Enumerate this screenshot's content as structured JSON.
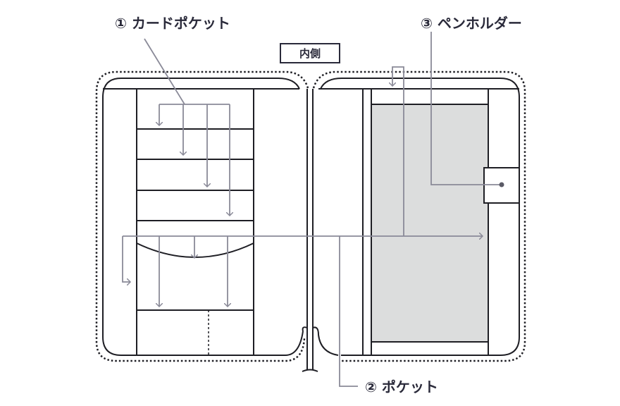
{
  "labels": {
    "inner_side": "内側",
    "card_pocket": "① カードポケット",
    "pocket": "② ポケット",
    "pen_holder": "③ ペンホルダー"
  },
  "colors": {
    "outline": "#1e1e24",
    "arrow": "#8a8a98",
    "panel_fill": "#dcdddd",
    "text": "#2a2a3a"
  }
}
